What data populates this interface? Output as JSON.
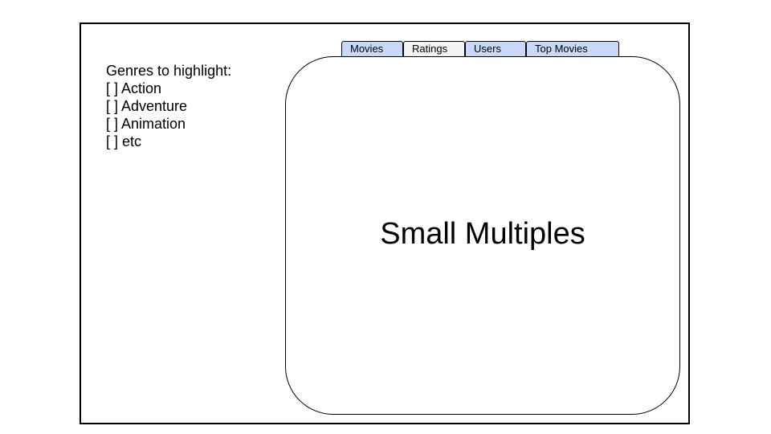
{
  "sidebar": {
    "heading": "Genres to highlight:",
    "genres": [
      "[ ] Action",
      "[ ] Adventure",
      "[ ] Animation",
      "[ ] etc"
    ]
  },
  "tabs": [
    {
      "label": "Movies",
      "color": "#c9daf8"
    },
    {
      "label": "Ratings",
      "color": "#f3f3f3"
    },
    {
      "label": "Users",
      "color": "#c9daf8"
    },
    {
      "label": "Top Movies",
      "color": "#c9daf8"
    }
  ],
  "main": {
    "title": "Small Multiples"
  },
  "colors": {
    "tab_blue": "#c9daf8",
    "tab_gray": "#f3f3f3",
    "border": "#000000"
  }
}
